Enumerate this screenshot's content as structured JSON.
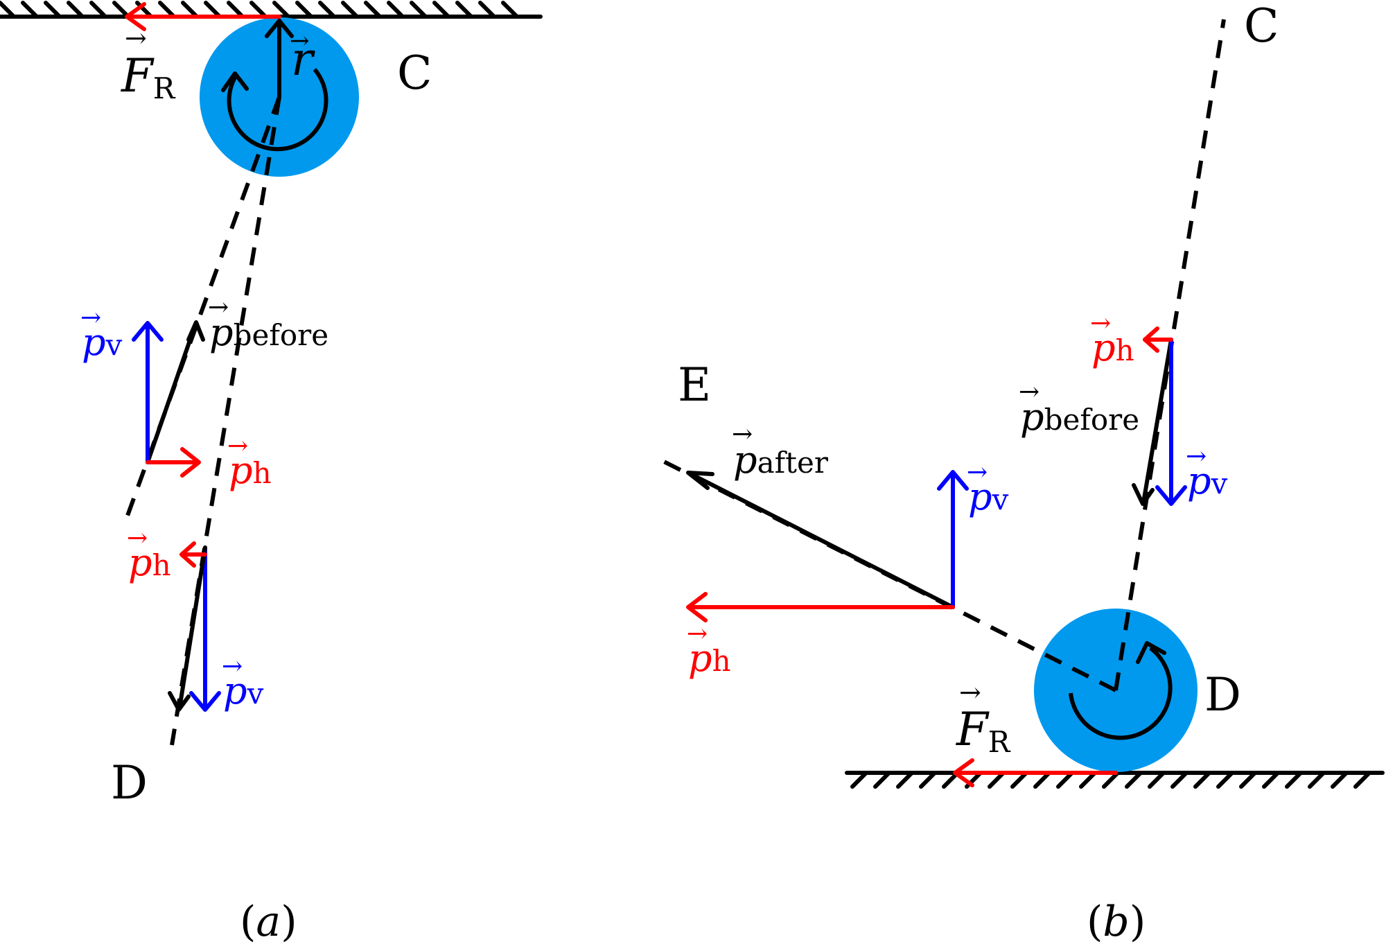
{
  "colors": {
    "ball": "#0099ee",
    "red": "#ff0000",
    "blue": "#0000ff",
    "black": "#000000"
  },
  "panel_a": {
    "caption": "(a)",
    "point_C": "C",
    "point_D": "D",
    "friction": {
      "sym": "F",
      "sub": "R"
    },
    "radius": {
      "sym": "r"
    },
    "p_before": {
      "sym": "p",
      "sub": "before"
    },
    "pv_up": {
      "sym": "p",
      "sub": "v"
    },
    "ph_right": {
      "sym": "p",
      "sub": "h"
    },
    "ph_left": {
      "sym": "p",
      "sub": "h"
    },
    "pv_down": {
      "sym": "p",
      "sub": "v"
    }
  },
  "panel_b": {
    "caption": "(b)",
    "point_C": "C",
    "point_D": "D",
    "point_E": "E",
    "friction": {
      "sym": "F",
      "sub": "R"
    },
    "p_before": {
      "sym": "p",
      "sub": "before"
    },
    "p_after": {
      "sym": "p",
      "sub": "after"
    },
    "ph_top": {
      "sym": "p",
      "sub": "h"
    },
    "pv_down": {
      "sym": "p",
      "sub": "v"
    },
    "pv_up": {
      "sym": "p",
      "sub": "v"
    },
    "ph_left": {
      "sym": "p",
      "sub": "h"
    }
  }
}
